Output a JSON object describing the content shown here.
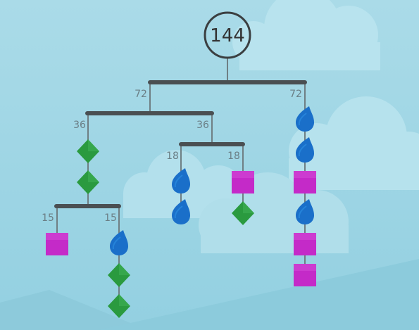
{
  "total_weight": "144",
  "colors": {
    "sky_top": "#a9dbe7",
    "sky_bottom": "#8fcfe0",
    "cloud": "#b9e4ef",
    "rod": "#4a4f52",
    "string": "#6f7f84",
    "label": "#6b7f86",
    "drop": "#1a6fc9",
    "diamond": "#2a9a3f",
    "square": "#c42ac8"
  },
  "labels": {
    "top_left": "72",
    "top_right": "72",
    "left_left": "36",
    "left_right": "36",
    "middle_left": "18",
    "middle_right": "18",
    "bottom_left": "15",
    "bottom_right": "15"
  },
  "chains": {
    "bottom_left": [
      "square-icon"
    ],
    "bottom_right": [
      "drop-icon",
      "diamond-icon",
      "diamond-icon"
    ],
    "left_left": [
      "diamond-icon",
      "diamond-icon"
    ],
    "middle_left": [
      "drop-icon",
      "drop-icon"
    ],
    "middle_right": [
      "square-icon",
      "diamond-icon"
    ],
    "top_right": [
      "drop-icon",
      "drop-icon",
      "square-icon",
      "drop-icon",
      "square-icon",
      "square-icon"
    ]
  }
}
